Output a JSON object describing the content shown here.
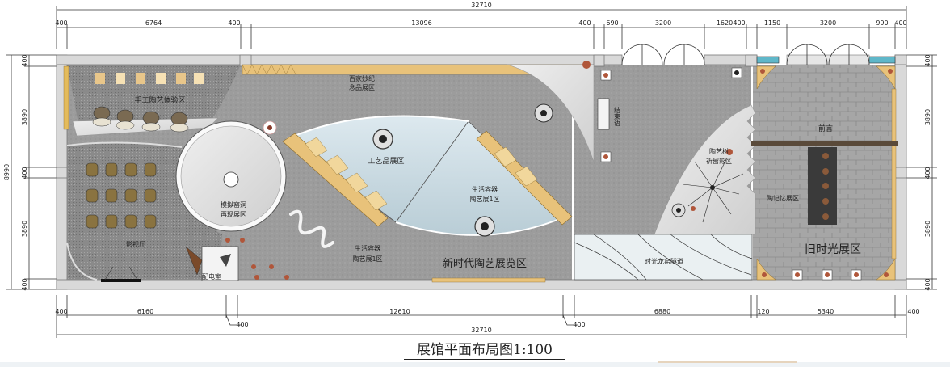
{
  "plan": {
    "title": "展馆平面布局图1:100",
    "zones": {
      "handcraft": "手工陶艺体验区",
      "hundred": "百家妙纪",
      "hundred2": "念品展区",
      "craft_products": "工艺品展区",
      "daily1_a": "生活容器",
      "daily1_b": "陶艺展1区",
      "daily2_a": "生活容器",
      "daily2_b": "陶艺展1区",
      "kiln_a": "模拟窑洞",
      "kiln_b": "再现展区",
      "theater": "影视厅",
      "power": "配电室",
      "new_era": "新时代陶艺展览区",
      "corridor": "时光龙窑隧道",
      "ending": "结束语",
      "tree_a": "陶艺树",
      "tree_b": "祈留影区",
      "preface": "前言",
      "memory": "陶记忆展区",
      "old_times": "旧时光展区"
    },
    "dims_top": {
      "total": "32710",
      "seg": [
        "400",
        "6764",
        "400",
        "13096",
        "400",
        "690",
        "3200",
        "1620",
        "400",
        "1150",
        "3200",
        "990",
        "400"
      ]
    },
    "dims_bottom": {
      "total": "32710",
      "seg": [
        "400",
        "6160",
        "12610",
        "6880",
        "120",
        "5340",
        "400"
      ],
      "sub1": "400",
      "sub2": "400"
    },
    "dims_left": {
      "total": "8990",
      "seg": [
        "400",
        "3890",
        "400",
        "3890",
        "400"
      ]
    },
    "dims_right": {
      "seg": [
        "400",
        "3890",
        "400",
        "3890",
        "400"
      ]
    }
  }
}
